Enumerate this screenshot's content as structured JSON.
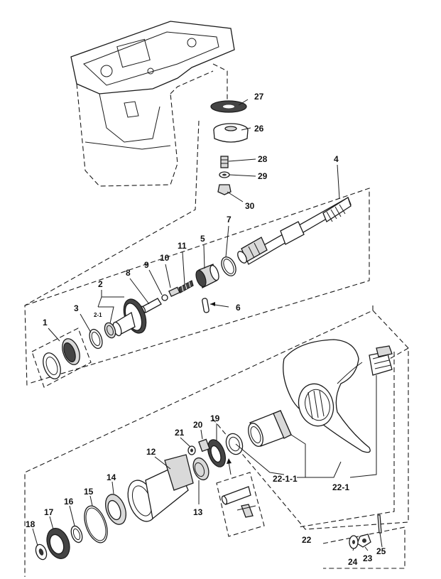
{
  "callouts": {
    "p1": "1",
    "p2": "2",
    "p2_1": "2-1",
    "p3": "3",
    "p4": "4",
    "p5": "5",
    "p6": "6",
    "p7": "7",
    "p8": "8",
    "p9": "9",
    "p10": "10",
    "p11": "11",
    "p12": "12",
    "p13": "13",
    "p14": "14",
    "p15": "15",
    "p16": "16",
    "p17": "17",
    "p18": "18",
    "p19": "19",
    "p20": "20",
    "p21": "21",
    "p22": "22",
    "p22_1": "22-1",
    "p22_1_1": "22-1-1",
    "p23": "23",
    "p24": "24",
    "p25": "25",
    "p26": "26",
    "p27": "27",
    "p28": "28",
    "p29": "29",
    "p30": "30"
  }
}
